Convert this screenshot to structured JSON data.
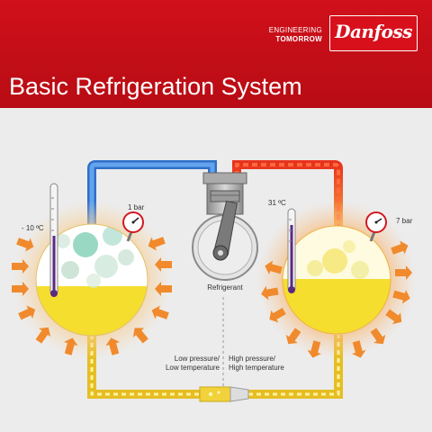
{
  "header": {
    "tagline_line1": "ENGINEERING",
    "tagline_line2": "TOMORROW",
    "logo_text": "Danfoss",
    "title": "Basic Refrigeration System"
  },
  "diagram": {
    "evaporator_temperature": "- 10 ºC",
    "evaporator_pressure": "1 bar",
    "condenser_temperature": "31 ºC",
    "condenser_pressure": "7 bar",
    "compressor_label": "Refrigerant",
    "low_side_line1": "Low pressure/",
    "low_side_line2": "Low temperature",
    "high_side_line1": "High pressure/",
    "high_side_line2": "High temperature"
  },
  "colors": {
    "brand_red": "#c8102e",
    "cold_line": "#3a7fd5",
    "hot_line": "#e8321e",
    "liquid_line": "#f2d23a",
    "liquid_fill": "#f5de2e",
    "heat_arrow": "#f08a2c"
  }
}
